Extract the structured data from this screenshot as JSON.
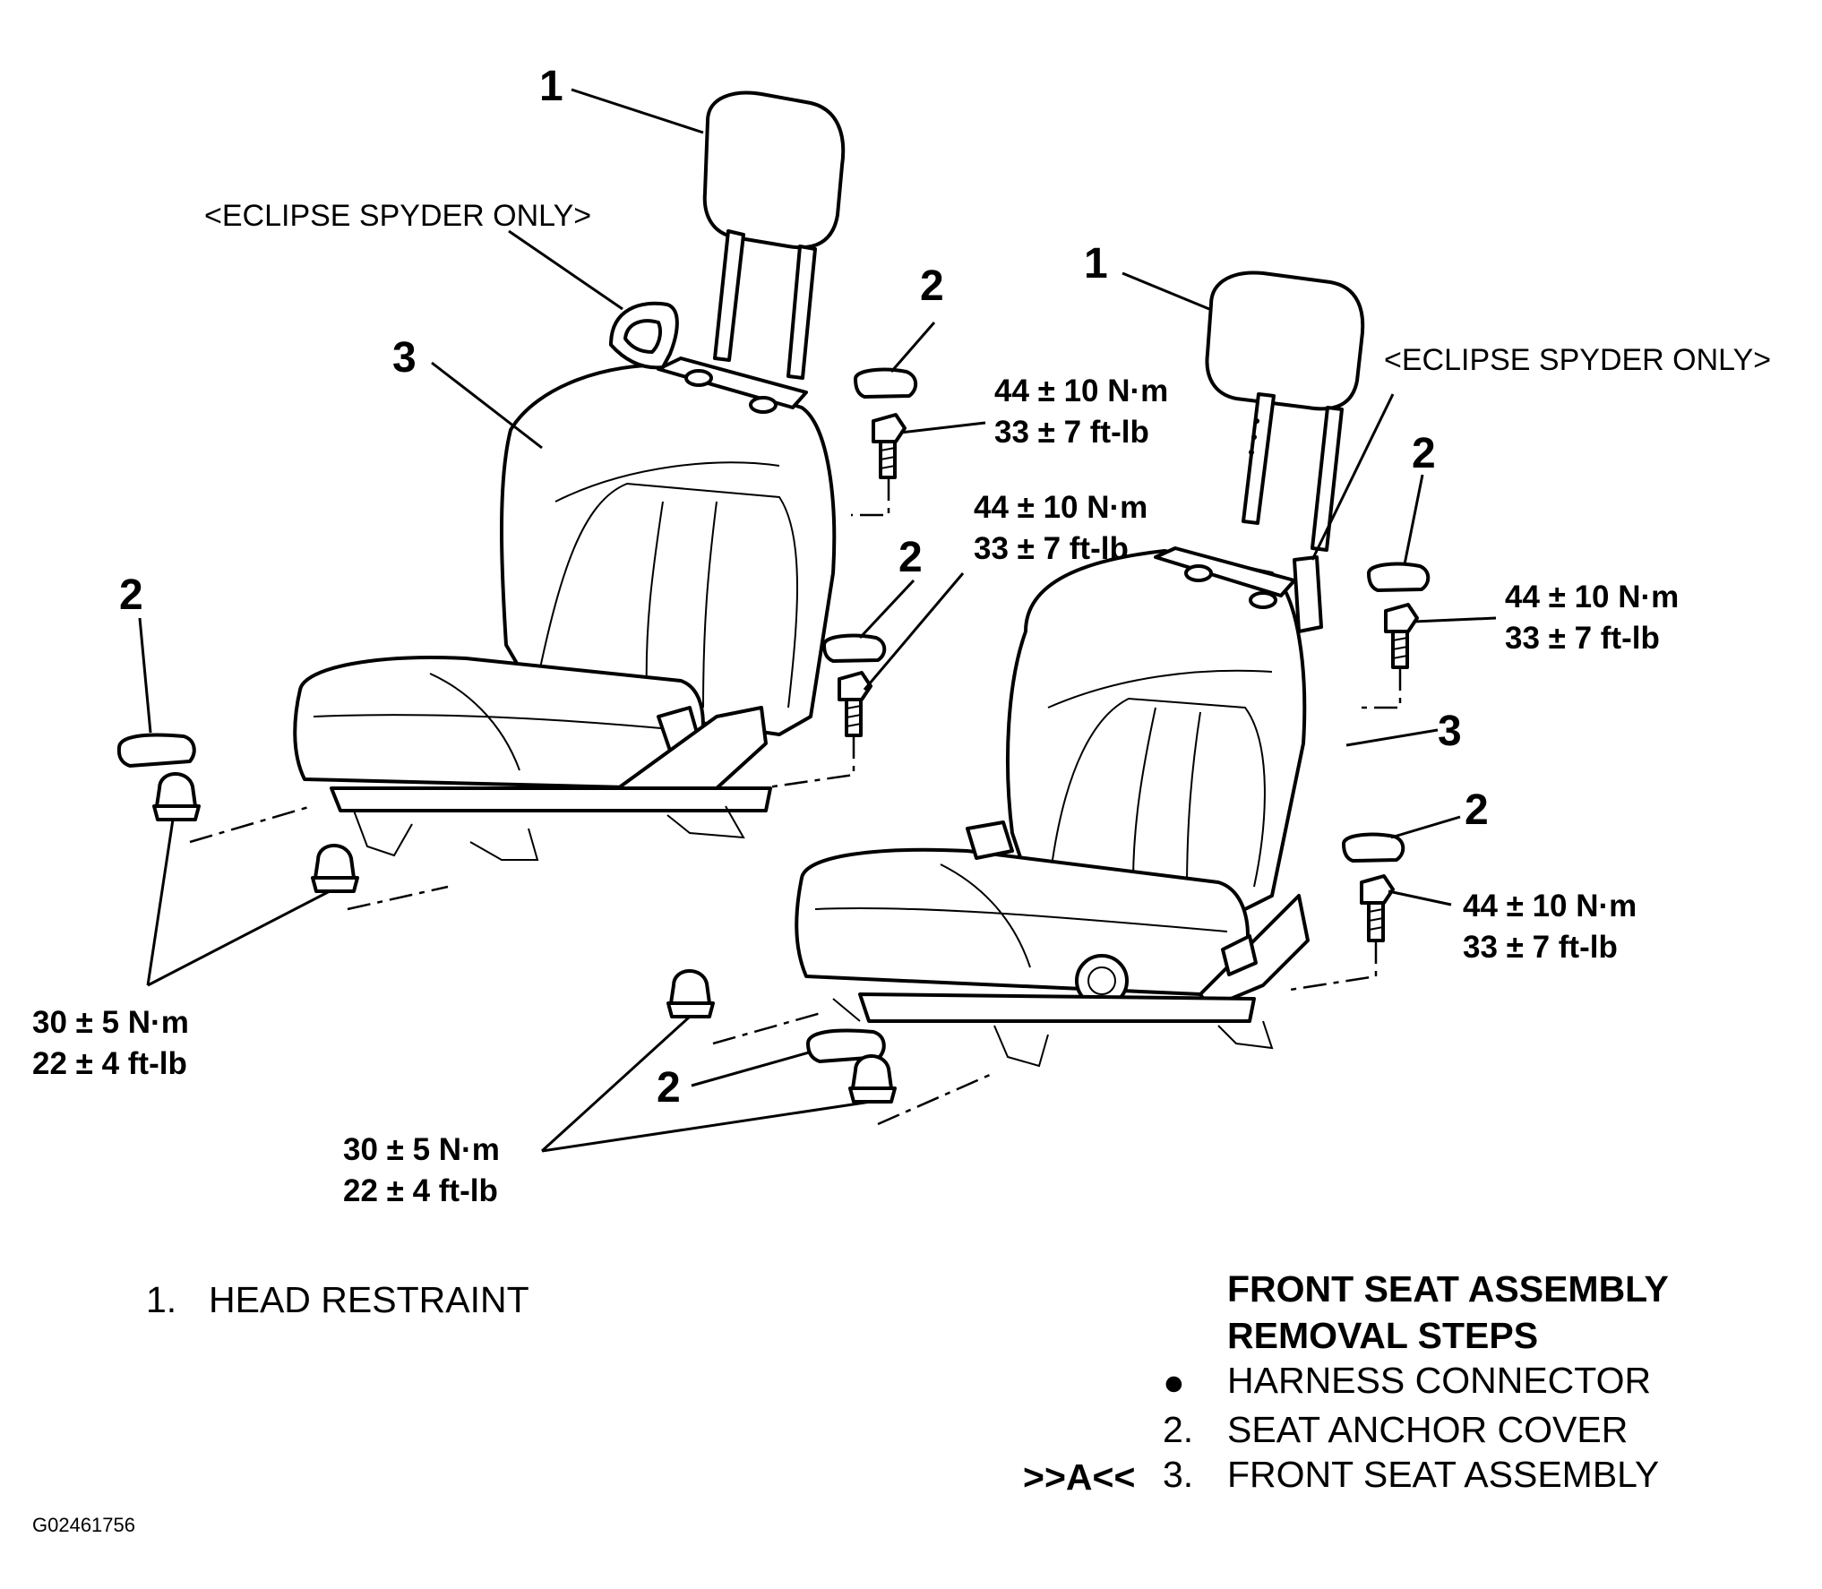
{
  "callouts": {
    "head_restraint_left": "1",
    "head_restraint_right": "1",
    "seat_left": "3",
    "seat_right": "3",
    "cover_left_outer": "2",
    "cover_left_top": "2",
    "cover_left_mid": "2",
    "cover_right_top": "2",
    "cover_right_mid": "2",
    "cover_right_front": "2"
  },
  "notes": {
    "spyder_left": "<ECLIPSE SPYDER ONLY>",
    "spyder_right": "<ECLIPSE SPYDER ONLY>"
  },
  "torques": {
    "rear_bolt_left_top": {
      "nm": "44 ± 10 N·m",
      "ftlb": "33 ± 7 ft-lb"
    },
    "rear_bolt_left_mid": {
      "nm": "44 ± 10 N·m",
      "ftlb": "33 ± 7 ft-lb"
    },
    "rear_bolt_right_top": {
      "nm": "44 ± 10 N·m",
      "ftlb": "33 ± 7 ft-lb"
    },
    "rear_bolt_right_mid": {
      "nm": "44 ± 10 N·m",
      "ftlb": "33 ± 7 ft-lb"
    },
    "front_nut_left": {
      "nm": "30 ± 5 N·m",
      "ftlb": "22 ± 4 ft-lb"
    },
    "front_nut_right": {
      "nm": "30 ± 5 N·m",
      "ftlb": "22 ± 4 ft-lb"
    }
  },
  "legend": {
    "item1_num": "1.",
    "item1_text": "HEAD RESTRAINT",
    "title_line1": "FRONT SEAT ASSEMBLY",
    "title_line2": "REMOVAL STEPS",
    "bullet": "●",
    "step_a_text": "HARNESS CONNECTOR",
    "step2_num": "2.",
    "step2_text": "SEAT ANCHOR COVER",
    "step3_ref": ">>A<<",
    "step3_num": "3.",
    "step3_text": "FRONT SEAT ASSEMBLY"
  },
  "figure_id": "G02461756"
}
